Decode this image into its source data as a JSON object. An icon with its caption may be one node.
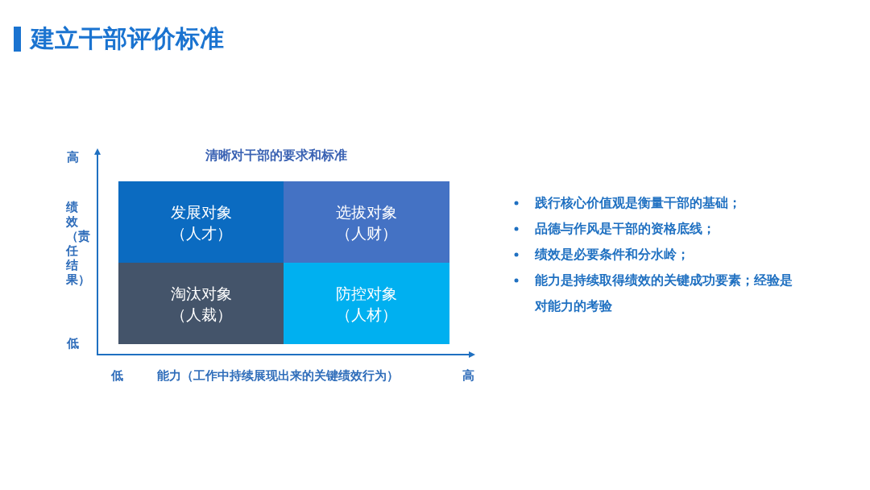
{
  "diagram": {
    "title": "建立干部评价标准",
    "nodes": [
      {
        "text": [
          "发展对象",
          "（人才）"
        ]
      },
      {
        "text": [
          "选拔对象",
          "（人财）"
        ]
      },
      {
        "text": [
          "淘汰对象",
          "（人裁）"
        ]
      },
      {
        "text": [
          "防控对象",
          "（人材）"
        ]
      }
    ],
    "labels": [
      "高",
      "清晰对干部的要求和标准",
      "绩效（责任结果）",
      "低",
      "低",
      "能力（工作中持续展现出来的关键绩效行为）",
      "高",
      "践行核心价值观是衡量干部的基础；",
      "品德与作风是干部的资格底线；",
      "绩效是必要条件和分水岭；",
      "能力是持续取得绩效的关键成功要素；经验是对能力的考验"
    ]
  }
}
